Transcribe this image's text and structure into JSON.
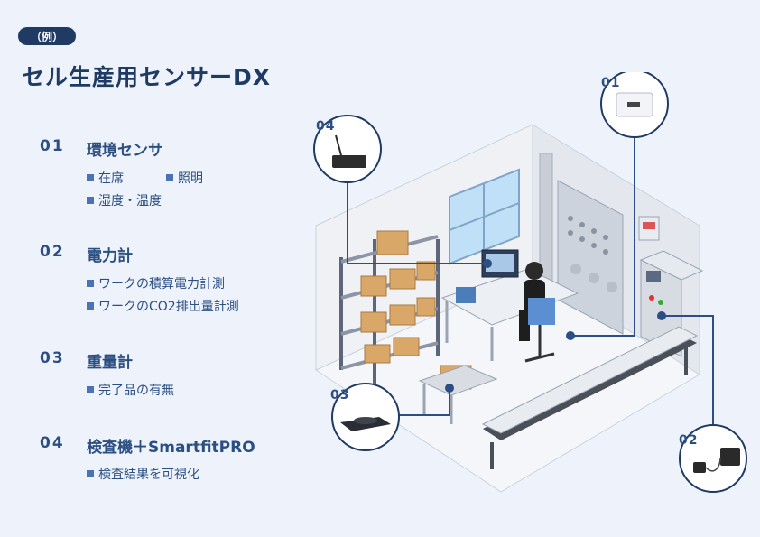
{
  "tag": "（例）",
  "title": "セル生産用センサーDX",
  "sections": [
    {
      "num": "01",
      "title": "環境センサ",
      "items": [
        "在席",
        "照明",
        "湿度・温度"
      ]
    },
    {
      "num": "02",
      "title": "電力計",
      "items": [
        "ワークの積算電力計測",
        "ワークのCO2排出量計測"
      ]
    },
    {
      "num": "03",
      "title": "重量計",
      "items": [
        "完了品の有無"
      ]
    },
    {
      "num": "04",
      "title": "検査機＋SmartfitPRO",
      "items": [
        "検査結果を可視化"
      ]
    }
  ],
  "callouts": [
    "01",
    "02",
    "03",
    "04"
  ],
  "colors": {
    "accent": "#1f3a63",
    "bullet": "#4a72b5",
    "background": "#eef3fb"
  }
}
